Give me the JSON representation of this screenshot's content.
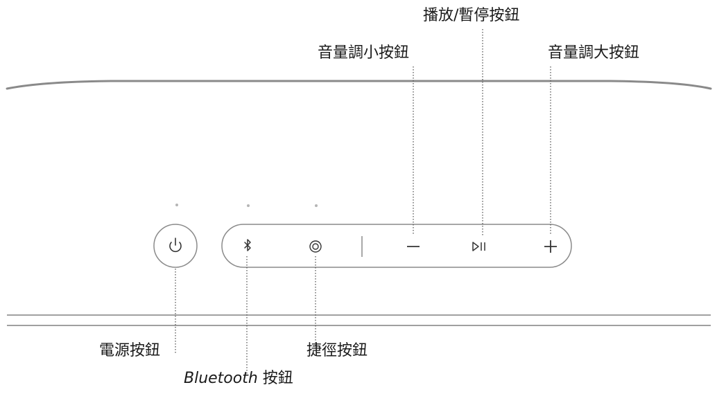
{
  "labels": {
    "power": "電源按鈕",
    "bluetooth_word": "Bluetooth",
    "bluetooth_suffix": " 按鈕",
    "shortcut": "捷徑按鈕",
    "volume_down": "音量調小按鈕",
    "play_pause": "播放/暫停按鈕",
    "volume_up": "音量調大按鈕"
  },
  "icons": {
    "power": "power-icon",
    "bluetooth": "bluetooth-icon",
    "shortcut": "shortcut-icon",
    "minus": "minus-icon",
    "play_pause": "play-pause-icon",
    "plus": "plus-icon"
  },
  "colors": {
    "outline": "#8a8a8a",
    "leader": "#555555",
    "text": "#1a1a1a",
    "indicator": "#b5b5b5"
  }
}
